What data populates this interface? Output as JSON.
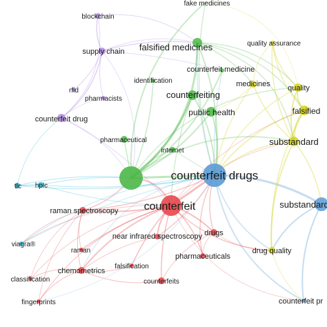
{
  "network": {
    "clusters": {
      "green": "#4cb848",
      "blue": "#5b9bd5",
      "red": "#e5484d",
      "yellow": "#d4d21c",
      "purple": "#b08be0",
      "cyan": "#2bb8d8"
    },
    "nodes": [
      {
        "id": "fake-medicines",
        "label": "fake medicines",
        "cluster": "green"
      },
      {
        "id": "blockchain",
        "label": "blockchain",
        "cluster": "purple"
      },
      {
        "id": "supply-chain",
        "label": "supply chain",
        "cluster": "purple"
      },
      {
        "id": "falsified-medicines",
        "label": "falsified medicines",
        "cluster": "green"
      },
      {
        "id": "quality-assurance",
        "label": "quality assurance",
        "cluster": "yellow"
      },
      {
        "id": "counterfeit-medicine",
        "label": "counterfeit medicine",
        "cluster": "green"
      },
      {
        "id": "identification",
        "label": "identification",
        "cluster": "green"
      },
      {
        "id": "rfid",
        "label": "rfid",
        "cluster": "purple"
      },
      {
        "id": "pharmacists",
        "label": "pharmacists",
        "cluster": "purple"
      },
      {
        "id": "medicines",
        "label": "medicines",
        "cluster": "yellow"
      },
      {
        "id": "quality",
        "label": "quality",
        "cluster": "yellow"
      },
      {
        "id": "counterfeiting",
        "label": "counterfeiting",
        "cluster": "green"
      },
      {
        "id": "falsified",
        "label": "falsified",
        "cluster": "yellow"
      },
      {
        "id": "counterfeit-drug",
        "label": "counterfeit drug",
        "cluster": "purple"
      },
      {
        "id": "public-health",
        "label": "public health",
        "cluster": "green"
      },
      {
        "id": "pharmaceutical",
        "label": "pharmaceutical",
        "cluster": "green"
      },
      {
        "id": "substandard",
        "label": "substandard",
        "cluster": "yellow"
      },
      {
        "id": "internet",
        "label": "internet",
        "cluster": "green"
      },
      {
        "id": "counterfeit-drugs",
        "label": "counterfeit drugs",
        "cluster": "blue"
      },
      {
        "id": "tlc",
        "label": "tlc",
        "cluster": "cyan"
      },
      {
        "id": "hplc",
        "label": "hplc",
        "cluster": "cyan"
      },
      {
        "id": "substandard-blue",
        "label": "substandard",
        "cluster": "blue"
      },
      {
        "id": "counterfeit",
        "label": "counterfeit",
        "cluster": "red"
      },
      {
        "id": "raman-spectroscopy",
        "label": "raman spectroscopy",
        "cluster": "red"
      },
      {
        "id": "near-infrared",
        "label": "near infrared spectroscopy",
        "cluster": "red"
      },
      {
        "id": "drugs",
        "label": "drugs",
        "cluster": "red"
      },
      {
        "id": "viagra",
        "label": "viagra®",
        "cluster": "cyan"
      },
      {
        "id": "raman",
        "label": "raman",
        "cluster": "red"
      },
      {
        "id": "drug-quality",
        "label": "drug quality",
        "cluster": "yellow"
      },
      {
        "id": "pharmaceuticals",
        "label": "pharmaceuticals",
        "cluster": "red"
      },
      {
        "id": "chemometrics",
        "label": "chemometrics",
        "cluster": "red"
      },
      {
        "id": "falsification",
        "label": "falsification",
        "cluster": "red"
      },
      {
        "id": "classification",
        "label": "classification",
        "cluster": "red"
      },
      {
        "id": "counterfeits",
        "label": "counterfeits",
        "cluster": "red"
      },
      {
        "id": "fingerprints",
        "label": "fingerprints",
        "cluster": "red"
      },
      {
        "id": "counterfeit-products",
        "label": "counterfeit pr",
        "cluster": "blue"
      },
      {
        "id": "green-hub",
        "label": "",
        "cluster": "green"
      }
    ]
  }
}
